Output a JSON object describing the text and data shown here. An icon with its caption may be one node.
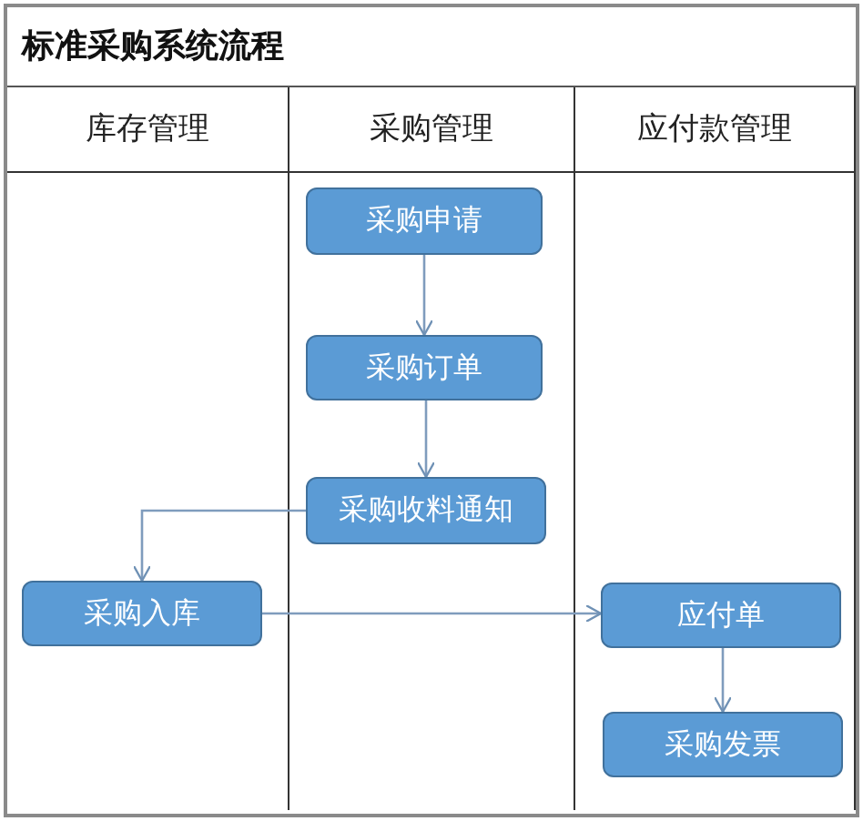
{
  "diagram": {
    "title": "标准采购系统流程",
    "nodes": [
      {
        "text": [
          "库存管理"
        ]
      },
      {
        "text": [
          "采购管理"
        ]
      },
      {
        "text": [
          "应付款管理"
        ]
      },
      {
        "text": [
          "采购申请"
        ],
        "in": 1
      },
      {
        "text": [
          "采购订单"
        ],
        "in": 1
      },
      {
        "text": [
          "采购收料通知"
        ],
        "in": 1
      },
      {
        "text": [
          "采购入库"
        ],
        "in": 0
      },
      {
        "text": [
          "应付单"
        ],
        "in": 2
      },
      {
        "text": [
          "采购发票"
        ],
        "in": 2
      }
    ],
    "edges": [
      {
        "from": 3,
        "to": 4,
        "arrow": "to"
      },
      {
        "from": 4,
        "to": 5,
        "arrow": "to"
      },
      {
        "from": 5,
        "to": 6,
        "arrow": "to"
      },
      {
        "from": 6,
        "to": 7,
        "arrow": "to"
      },
      {
        "from": 7,
        "to": 8,
        "arrow": "to"
      }
    ]
  }
}
